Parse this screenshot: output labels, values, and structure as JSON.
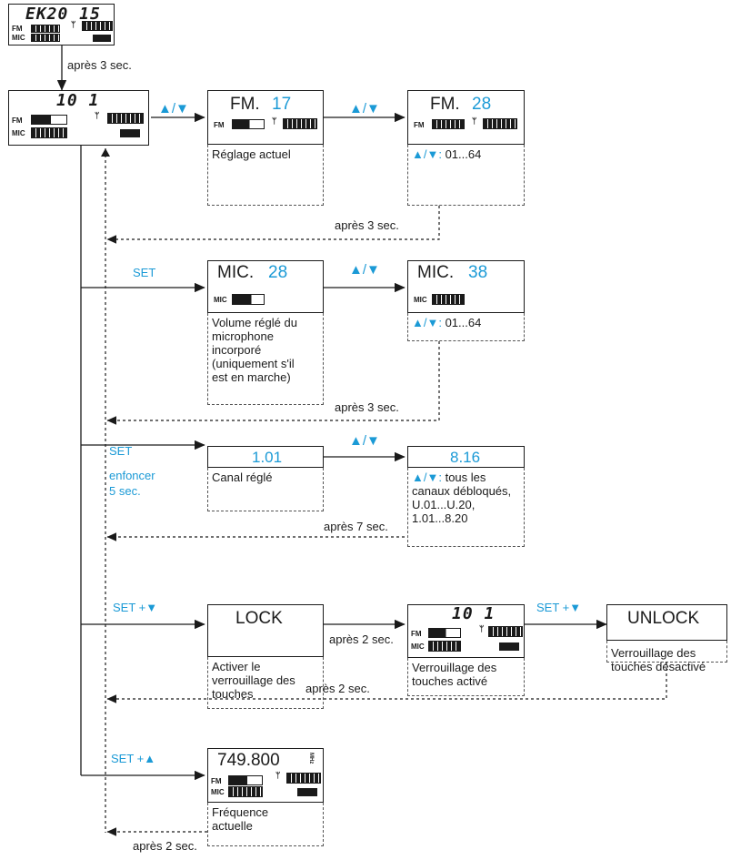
{
  "boot_display": {
    "text": "EK20 15",
    "fm": "FM",
    "mic": "MIC"
  },
  "after_3s_top": "après 3 sec.",
  "main_display": {
    "text": "10 1",
    "fm": "FM",
    "mic": "MIC"
  },
  "arrows_symbol": "▲/▼",
  "fm1": {
    "name": "FM.",
    "value": "17",
    "fm": "FM",
    "desc": "Réglage actuel"
  },
  "fm2": {
    "name": "FM.",
    "value": "28",
    "fm": "FM",
    "desc_prefix": "▲/▼:",
    "desc_text": " 01...64"
  },
  "after_3s_a": "après 3 sec.",
  "set1": "SET",
  "mic1": {
    "name": "MIC.",
    "value": "28",
    "mic": "MIC",
    "desc": [
      "Volume réglé du",
      "microphone",
      "incorporé",
      "(uniquement s'il",
      "est en marche)"
    ]
  },
  "mic2": {
    "name": "MIC.",
    "value": "38",
    "mic": "MIC",
    "desc_prefix": "▲/▼:",
    "desc_text": " 01...64"
  },
  "after_3s_b": "après 3 sec.",
  "set2": "SET",
  "press5": [
    "enfoncer",
    "5 sec."
  ],
  "ch1": {
    "value": "1.01",
    "desc": "Canal réglé"
  },
  "ch2": {
    "value": "8.16",
    "desc_prefix": "▲/▼:",
    "desc_lines": [
      " tous les",
      "canaux débloqués,",
      "U.01...U.20,",
      "1.01...8.20"
    ]
  },
  "after_7s": "après 7 sec.",
  "set_down1": "SET  +▼",
  "lock": {
    "title": "LOCK",
    "desc": [
      "Activer le",
      "verrouillage des",
      "touches"
    ]
  },
  "after_2s_a": "après 2 sec.",
  "locked_display": {
    "text": "10 1",
    "fm": "FM",
    "mic": "MIC",
    "desc": [
      "Verrouillage des",
      "touches activé"
    ]
  },
  "set_down2": "SET  +▼",
  "unlock": {
    "title": "UNLOCK",
    "desc": [
      "Verrouillage des",
      "touches désactivé"
    ]
  },
  "after_2s_b": "après 2 sec.",
  "set_up": "SET  +▲",
  "freq": {
    "value": "749.800",
    "unit": "MHz",
    "fm": "FM",
    "mic": "MIC",
    "desc": [
      "Fréquence",
      "actuelle"
    ]
  },
  "after_2s_c": "après 2 sec."
}
